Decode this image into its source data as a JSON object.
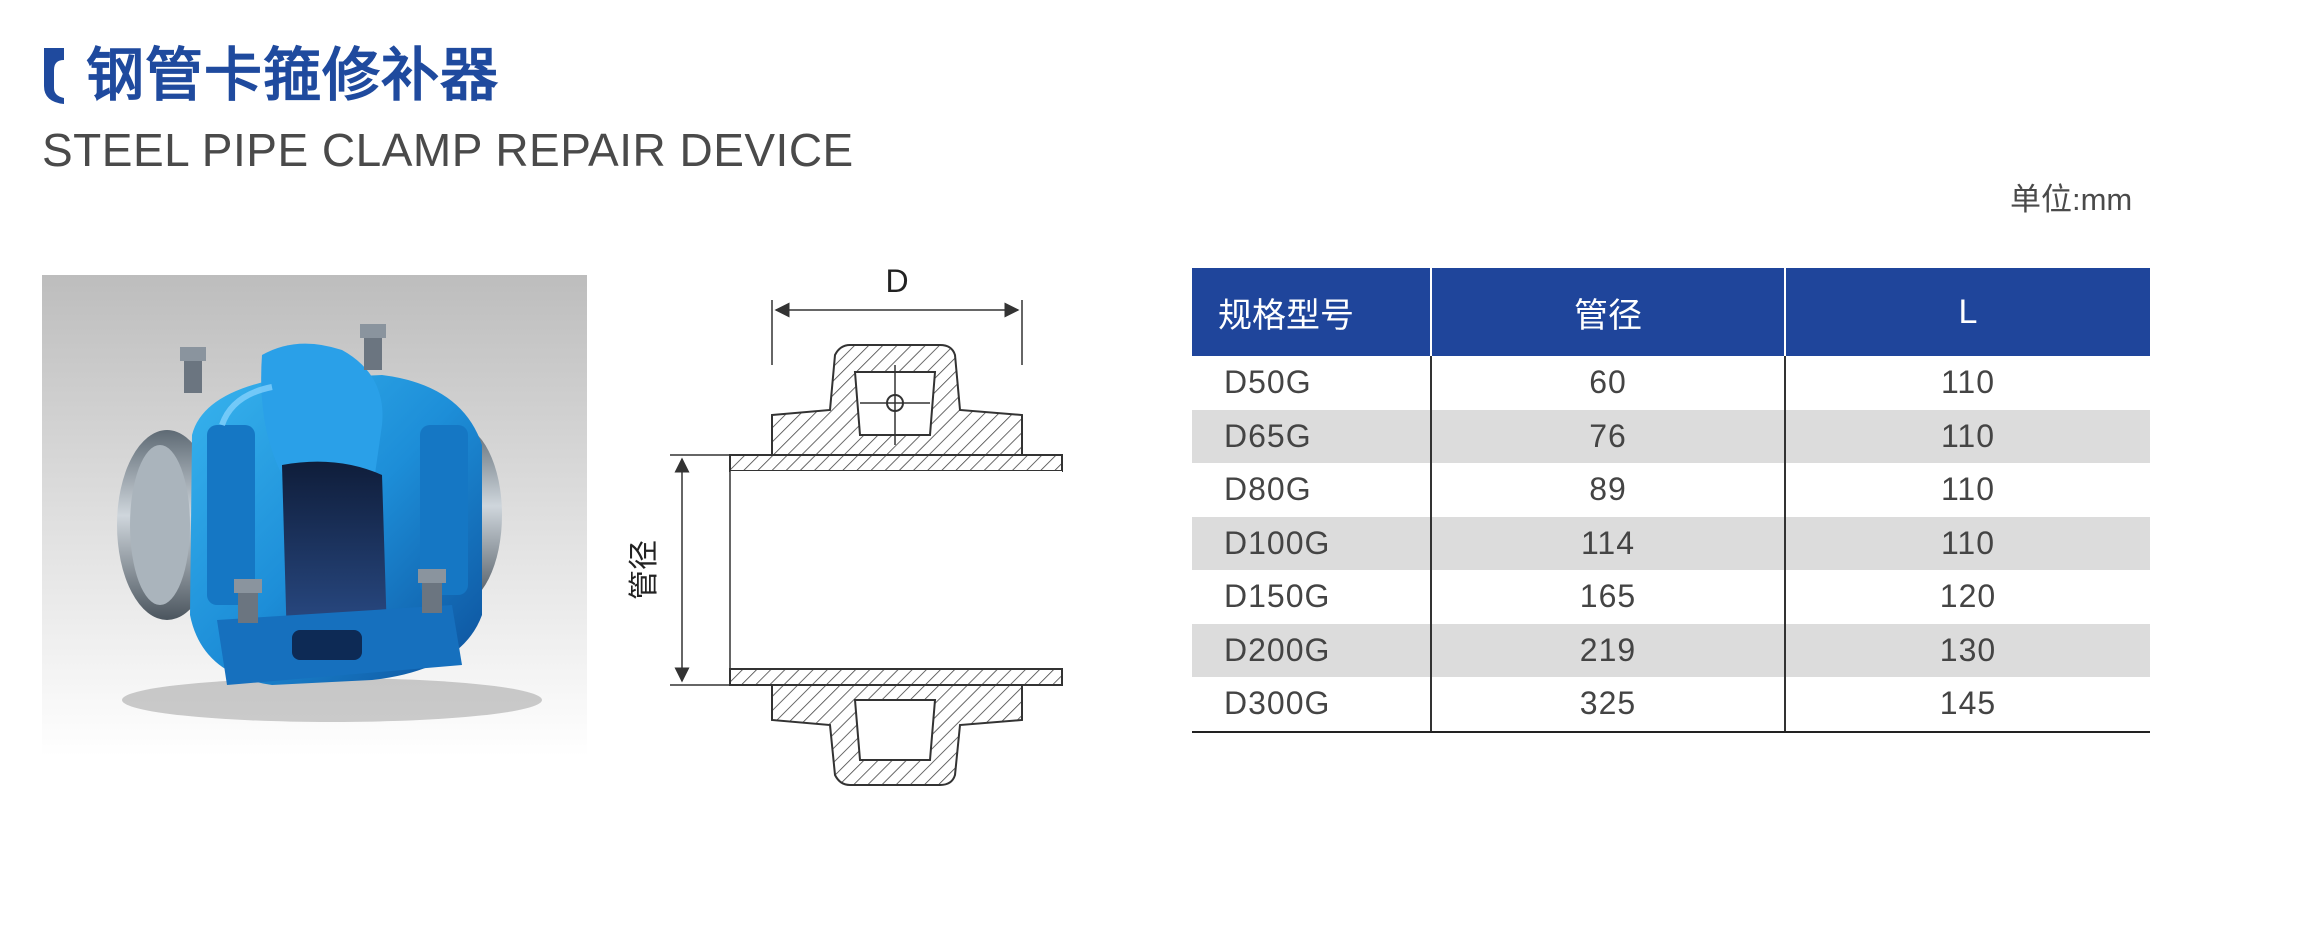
{
  "header": {
    "title_cn": "钢管卡箍修补器",
    "title_en": "STEEL PIPE CLAMP REPAIR DEVICE",
    "unit": "单位:mm"
  },
  "drawing": {
    "dimension_d": "D",
    "dimension_pipe": "管径"
  },
  "table": {
    "headers": [
      "规格型号",
      "管径",
      "L"
    ],
    "rows": [
      [
        "D50G",
        "60",
        "110"
      ],
      [
        "D65G",
        "76",
        "110"
      ],
      [
        "D80G",
        "89",
        "110"
      ],
      [
        "D100G",
        "114",
        "110"
      ],
      [
        "D150G",
        "165",
        "120"
      ],
      [
        "D200G",
        "219",
        "130"
      ],
      [
        "D300G",
        "325",
        "145"
      ]
    ]
  },
  "colors": {
    "brand_blue": "#1f459b",
    "row_stripe": "#dcdcdc"
  }
}
